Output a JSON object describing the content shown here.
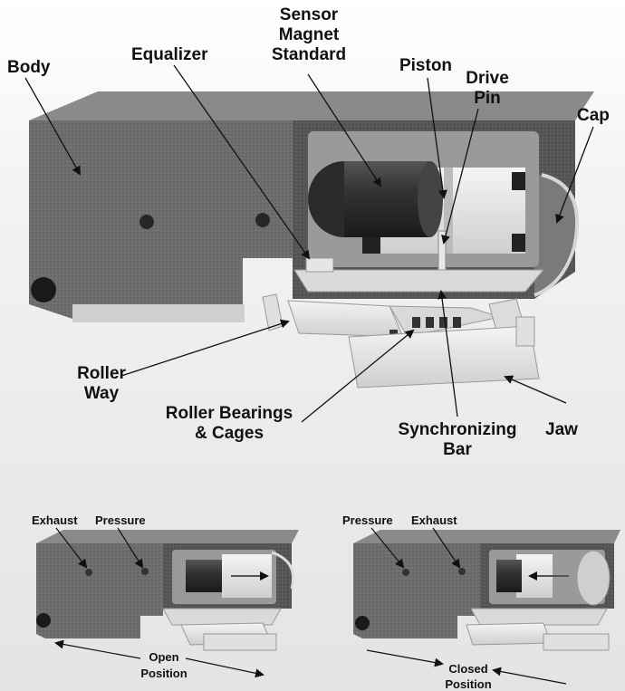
{
  "main_labels": {
    "body": "Body",
    "equalizer": "Equalizer",
    "sensor_magnet": [
      "Sensor",
      "Magnet",
      "Standard"
    ],
    "piston": "Piston",
    "drive_pin": [
      "Drive",
      "Pin"
    ],
    "cap": "Cap",
    "roller_way": [
      "Roller",
      "Way"
    ],
    "roller_bearings": [
      "Roller Bearings",
      "& Cages"
    ],
    "synchronizing_bar": [
      "Synchronizing",
      "Bar"
    ],
    "jaw": "Jaw"
  },
  "open_view": {
    "exhaust": "Exhaust",
    "pressure": "Pressure",
    "caption": [
      "Open",
      "Position"
    ]
  },
  "closed_view": {
    "pressure": "Pressure",
    "exhaust": "Exhaust",
    "caption": [
      "Closed",
      "Position"
    ]
  },
  "colors": {
    "body_gray": "#6b6b6b",
    "body_dark": "#4a4a4a",
    "part_light": "#e6e6e6",
    "background_top": "#ffffff",
    "background_bottom": "#e8e8e8"
  }
}
